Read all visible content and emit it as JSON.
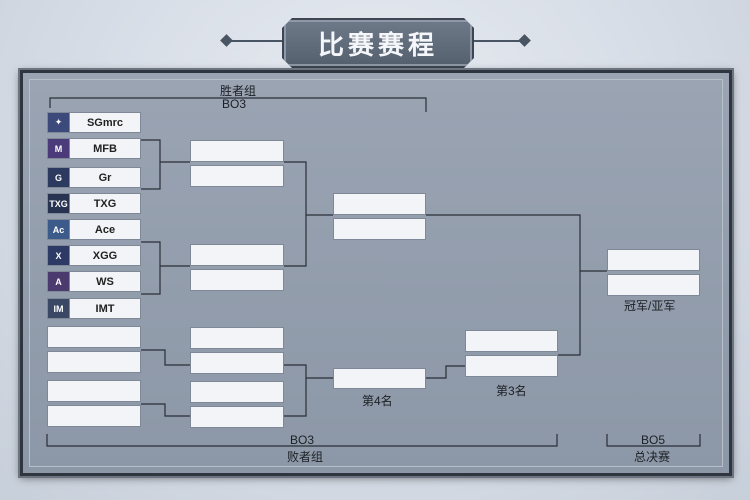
{
  "title": "比赛赛程",
  "winners_bracket": {
    "label": "胜者组",
    "format": "BO3"
  },
  "losers_bracket": {
    "label": "败者组",
    "format": "BO3"
  },
  "finals": {
    "label": "总决赛",
    "format": "BO5",
    "result_label": "冠军/亚军"
  },
  "fourth_place_label": "第4名",
  "third_place_label": "第3名",
  "teams": [
    {
      "name": "SGmrc",
      "logo": "✦",
      "logo_color": "#3b4a7a"
    },
    {
      "name": "MFB",
      "logo": "M",
      "logo_color": "#4b3b7a"
    },
    {
      "name": "Gr",
      "logo": "G",
      "logo_color": "#2b3a5e"
    },
    {
      "name": "TXG",
      "logo": "TXG",
      "logo_color": "#283352"
    },
    {
      "name": "Ace",
      "logo": "Ac",
      "logo_color": "#3c5b8a"
    },
    {
      "name": "XGG",
      "logo": "X",
      "logo_color": "#2e3a66"
    },
    {
      "name": "WS",
      "logo": "A",
      "logo_color": "#4a3a6e"
    },
    {
      "name": "IMT",
      "logo": "IM",
      "logo_color": "#3a4866"
    }
  ]
}
